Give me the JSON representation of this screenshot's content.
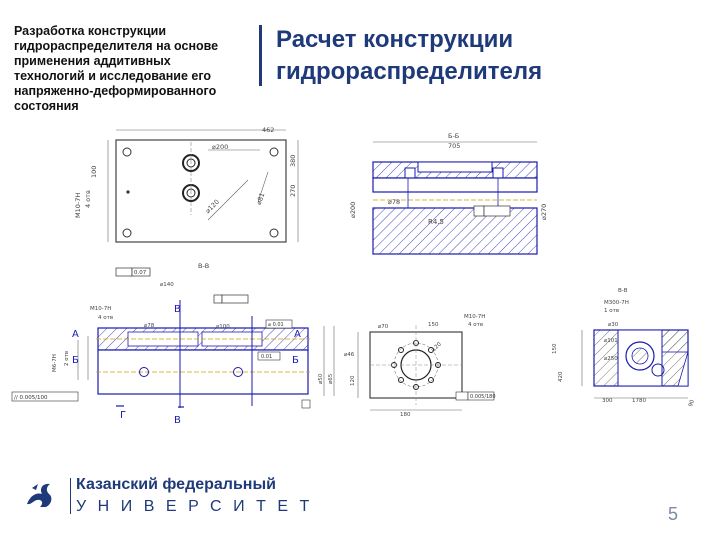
{
  "header": {
    "subtitle_lines": [
      "Разработка конструкции",
      "гидрораспределителя на основе",
      "применения аддитивных",
      "технологий и исследование его",
      "напряженно-деформированного",
      "состояния"
    ],
    "title_lines": [
      "Расчет конструкции",
      "гидрораспределителя"
    ]
  },
  "drawing": {
    "top_view": {
      "dims": [
        "462",
        "⌀200",
        "100",
        "380",
        "270",
        "M10-7H",
        "4 отв",
        "⌀120",
        "⌀81"
      ]
    },
    "section_right": {
      "label": "Б-Б",
      "dims": [
        "705",
        "⌀200",
        "⌀78",
        "⌀270",
        "R4.5"
      ]
    },
    "front_view": {
      "label": "В-В",
      "dims": [
        "0.07",
        "⌀140",
        "M10-7H",
        "4 отв",
        "M6-7H",
        "2 отв",
        "⌀78",
        "⌀100",
        "⌀ 0.01",
        "0.01",
        "⌀50",
        "⌀65"
      ],
      "tolerance": "// 0.005/100",
      "markers": {
        "A": "А",
        "B": "Б",
        "V": "В",
        "G": "Г"
      }
    },
    "section_side": {
      "dims": [
        "⌀70",
        "150",
        "120",
        "⌀46",
        "M10-7H",
        "4 отв",
        "120",
        "180",
        "0.005/180"
      ]
    },
    "section_right2": {
      "label": "В-В",
      "dims": [
        "M300-7H",
        "1 отв",
        "⌀30",
        "⌀101",
        "⌀250",
        "300",
        "1780",
        "150",
        "420",
        "90"
      ]
    }
  },
  "footer": {
    "university_name": "Казанский федеральный",
    "university_word": "УНИВЕРСИТЕТ",
    "page_number": "5"
  },
  "colors": {
    "title": "#1f3a7a",
    "drawing_blue": "#1a1ab0",
    "drawing_gray": "#555555"
  }
}
